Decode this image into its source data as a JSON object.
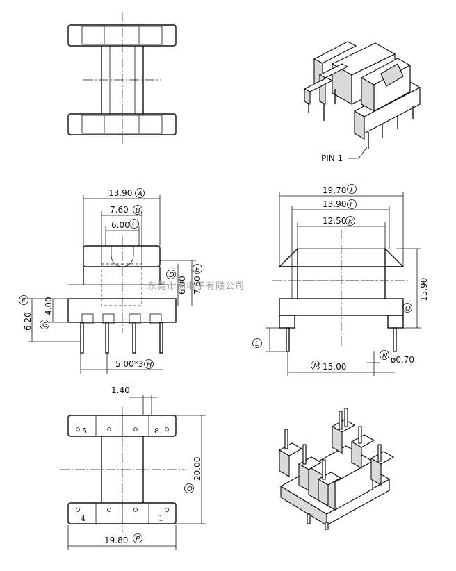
{
  "labels": {
    "pin1": "PIN 1",
    "watermark": "东莞市通电子有限公司"
  },
  "dimensions": [
    {
      "value": "13.90",
      "ref": "A"
    },
    {
      "value": "7.60",
      "ref": "B"
    },
    {
      "value": "6.00",
      "ref": "C"
    },
    {
      "value": "6.00",
      "ref": "D"
    },
    {
      "value": "7.60",
      "ref": "E"
    },
    {
      "value": "6.20",
      "ref": "F"
    },
    {
      "value": "4.00",
      "ref": "G"
    },
    {
      "value": "5.00*3",
      "ref": "H"
    },
    {
      "value": "19.70",
      "ref": "I"
    },
    {
      "value": "13.90",
      "ref": "J"
    },
    {
      "value": "12.50",
      "ref": "K"
    },
    {
      "value": "",
      "ref": "L"
    },
    {
      "value": "15.00",
      "ref": "M"
    },
    {
      "value": "ø0.70",
      "ref": "N"
    },
    {
      "value": "15.90",
      "ref": "O"
    },
    {
      "value": "19.80",
      "ref": "P"
    },
    {
      "value": "20.00",
      "ref": "Q"
    },
    {
      "value": "1.40",
      "ref": ""
    }
  ],
  "pin_numbers": [
    "5",
    "8",
    "4",
    "1"
  ]
}
